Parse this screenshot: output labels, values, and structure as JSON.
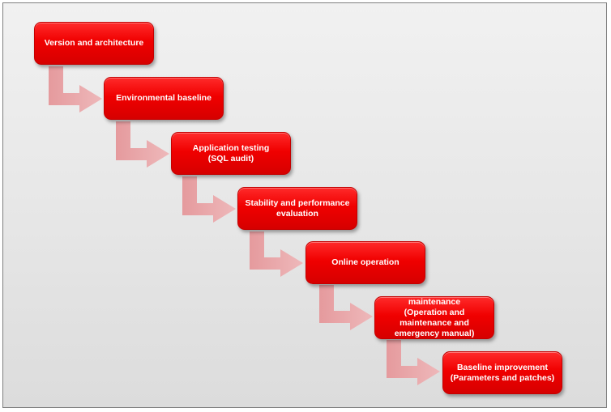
{
  "diagram": {
    "steps": [
      {
        "label": "Version and architecture"
      },
      {
        "label": "Environmental baseline"
      },
      {
        "label": "Application testing\n(SQL audit)"
      },
      {
        "label": "Stability and performance\nevaluation"
      },
      {
        "label": "Online operation"
      },
      {
        "label": "maintenance\n(Operation and\nmaintenance and\nemergency manual)"
      },
      {
        "label": "Baseline improvement\n(Parameters and patches)"
      }
    ],
    "colors": {
      "box_fill": "#f00000",
      "box_text": "#ffffff",
      "arrow_fill": "#e8a3a5",
      "background": "#e8e8e8"
    }
  }
}
